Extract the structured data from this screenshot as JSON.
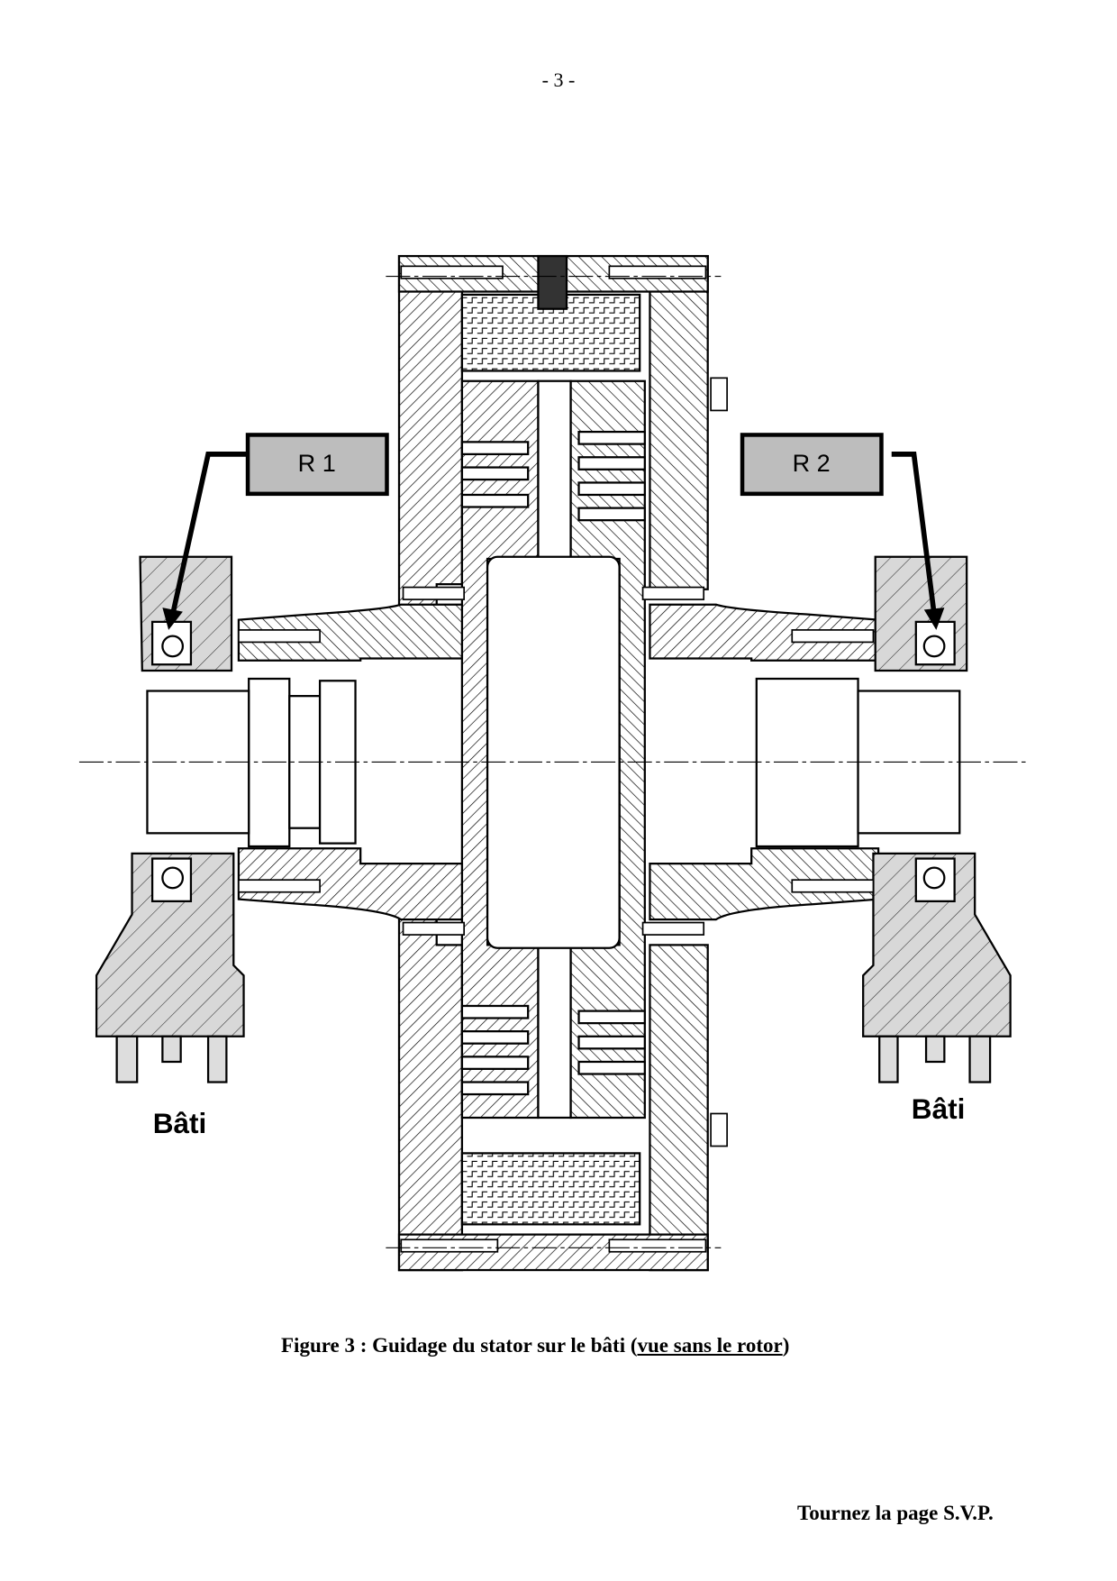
{
  "page_number": "- 3 -",
  "figure": {
    "labels": {
      "r1": "R 1",
      "r2": "R 2",
      "bati_left": "Bâti",
      "bati_right": "Bâti"
    },
    "caption_prefix": "Figure  3 : Guidage du stator sur le bâti (",
    "caption_underlined": "vue sans le rotor",
    "caption_suffix": ")"
  },
  "footer": "Tournez la page S.V.P."
}
